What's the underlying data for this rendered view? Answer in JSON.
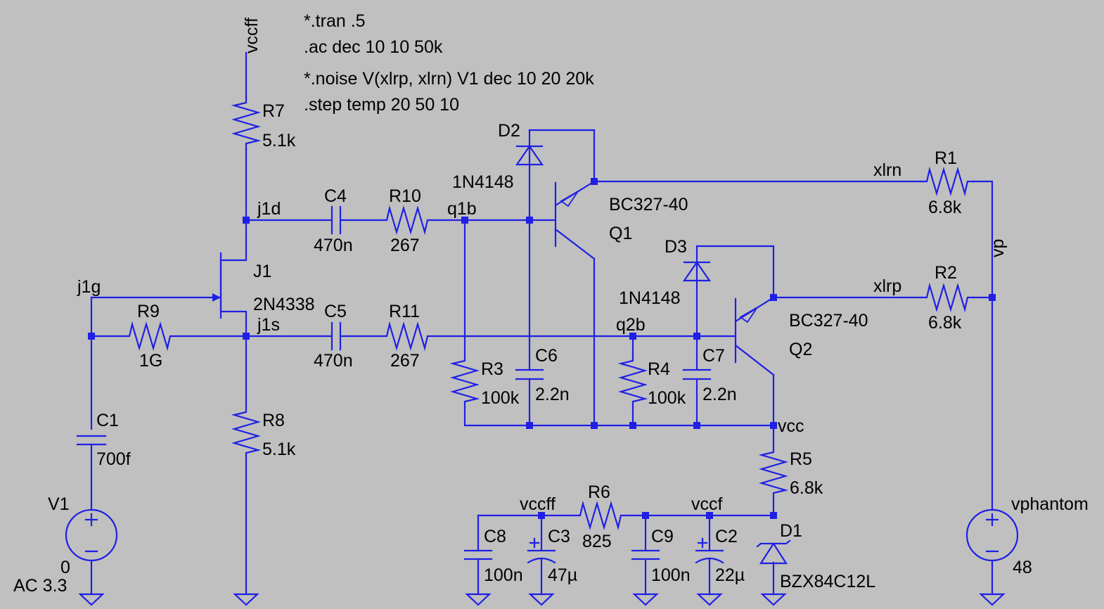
{
  "directives": [
    "*.tran .5",
    ".ac dec 10 10 50k",
    "*.noise V(xlrp, xlrn) V1 dec 10 20 20k",
    ".step temp 20 50 10"
  ],
  "nets": {
    "vccff_top": "vccff",
    "j1d": "j1d",
    "j1g": "j1g",
    "j1s": "j1s",
    "q1b": "q1b",
    "q2b": "q2b",
    "xlrn": "xlrn",
    "xlrp": "xlrp",
    "vp": "vp",
    "vcc": "vcc",
    "vccff": "vccff",
    "vccf": "vccf"
  },
  "components": {
    "R7": {
      "name": "R7",
      "value": "5.1k"
    },
    "R8": {
      "name": "R8",
      "value": "5.1k"
    },
    "R9": {
      "name": "R9",
      "value": "1G"
    },
    "R10": {
      "name": "R10",
      "value": "267"
    },
    "R11": {
      "name": "R11",
      "value": "267"
    },
    "R3": {
      "name": "R3",
      "value": "100k"
    },
    "R4": {
      "name": "R4",
      "value": "100k"
    },
    "R1": {
      "name": "R1",
      "value": "6.8k"
    },
    "R2": {
      "name": "R2",
      "value": "6.8k"
    },
    "R5": {
      "name": "R5",
      "value": "6.8k"
    },
    "R6": {
      "name": "R6",
      "value": "825"
    },
    "C1": {
      "name": "C1",
      "value": "700f"
    },
    "C4": {
      "name": "C4",
      "value": "470n"
    },
    "C5": {
      "name": "C5",
      "value": "470n"
    },
    "C6": {
      "name": "C6",
      "value": "2.2n"
    },
    "C7": {
      "name": "C7",
      "value": "2.2n"
    },
    "C8": {
      "name": "C8",
      "value": "100n"
    },
    "C3": {
      "name": "C3",
      "value": "47µ"
    },
    "C9": {
      "name": "C9",
      "value": "100n"
    },
    "C2": {
      "name": "C2",
      "value": "22µ"
    },
    "D1": {
      "name": "D1",
      "value": "BZX84C12L"
    },
    "D2": {
      "name": "D2",
      "value": "1N4148"
    },
    "D3": {
      "name": "D3",
      "value": "1N4148"
    },
    "J1": {
      "name": "J1",
      "value": "2N4338"
    },
    "Q1": {
      "name": "Q1",
      "value": "BC327-40"
    },
    "Q2": {
      "name": "Q2",
      "value": "BC327-40"
    },
    "V1": {
      "name": "V1",
      "value": "0",
      "ac": "AC 3.3"
    },
    "vphantom": {
      "name": "vphantom",
      "value": "48"
    }
  },
  "colors": {
    "background": "#c0c0c0",
    "wire": "#1f1fe6",
    "text": "#000000"
  }
}
